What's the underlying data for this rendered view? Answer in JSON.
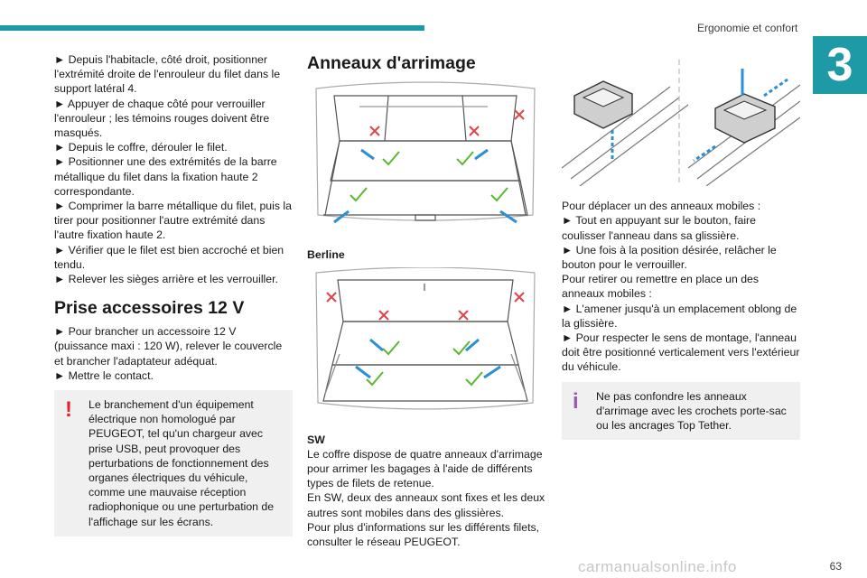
{
  "header": {
    "section_title": "Ergonomie et confort",
    "chapter_number": "3"
  },
  "col1": {
    "steps": [
      "► Depuis l'habitacle, côté droit, positionner l'extrémité droite de l'enrouleur du filet dans le support latéral 4.",
      "► Appuyer de chaque côté pour verrouiller l'enrouleur ; les témoins rouges doivent être masqués.",
      "► Depuis le coffre, dérouler le filet.",
      "► Positionner une des extrémités de la barre métallique du filet dans la fixation haute 2 correspondante.",
      "► Comprimer la barre métallique du filet, puis la tirer pour positionner l'autre extrémité dans l'autre fixation haute 2.",
      "► Vérifier que le filet est bien accroché et bien tendu.",
      "► Relever les sièges arrière et les verrouiller."
    ],
    "heading": "Prise accessoires 12 V",
    "acc_steps": [
      "► Pour brancher un accessoire 12 V (puissance maxi : 120 W), relever le couvercle et brancher l'adaptateur adéquat.",
      "► Mettre le contact."
    ],
    "warning": "Le branchement d'un équipement électrique non homologué par PEUGEOT, tel qu'un chargeur avec prise USB, peut provoquer des perturbations de fonctionnement des organes électriques du véhicule, comme une mauvaise réception radiophonique ou une perturbation de l'affichage sur les écrans.",
    "warning_icon": "!"
  },
  "col2": {
    "heading": "Anneaux d'arrimage",
    "caption1": "Berline",
    "caption2": "SW",
    "body": [
      "Le coffre dispose de quatre anneaux d'arrimage pour arrimer les bagages à l'aide de différents types de filets de retenue.",
      "En SW, deux des anneaux sont fixes et les deux autres sont mobiles dans des glissières.",
      "Pour plus d'informations sur les différents filets, consulter le réseau PEUGEOT."
    ]
  },
  "col3": {
    "steps": [
      "Pour déplacer un des anneaux mobiles :",
      "► Tout en appuyant sur le bouton, faire coulisser l'anneau dans sa glissière.",
      "► Une fois à la position désirée, relâcher le bouton pour le verrouiller.",
      "Pour retirer ou remettre en place un des anneaux mobiles :",
      "► L'amener jusqu'à un emplacement oblong de la glissière.",
      "► Pour respecter le sens de montage, l'anneau doit être positionné verticalement vers l'extérieur du véhicule."
    ],
    "info": "Ne pas confondre les anneaux d'arrimage avec les crochets porte-sac ou les ancrages Top Tether.",
    "info_icon": "i"
  },
  "footer": {
    "page_number": "63",
    "watermark": "carmanualsonline.info"
  },
  "colors": {
    "accent": "#1e9aa6",
    "warning": "#e2252b",
    "arrow": "#2a8fd6",
    "check": "#5cb82e",
    "cross": "#e0424a"
  }
}
